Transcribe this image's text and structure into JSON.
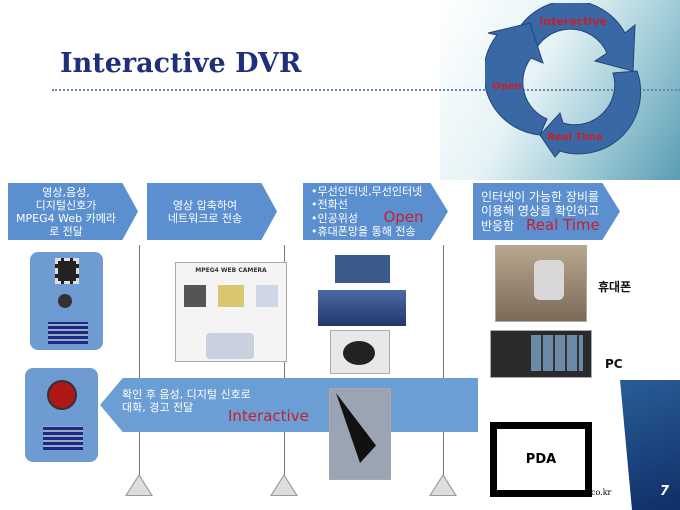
{
  "title": "Interactive DVR",
  "cycle": {
    "top": "Interactive",
    "left": "Open",
    "bottom": "Real Time"
  },
  "steps": [
    {
      "lines": [
        "영상,음성,",
        "디지털신호가",
        "MPEG4 Web 카메라",
        "로 전달"
      ]
    },
    {
      "lines": [
        "영상 압축하여",
        "네트워크로 전송"
      ]
    },
    {
      "lines": [
        "•무선인터넷,무선인터넷",
        "•전화선",
        "•인공위성",
        "•휴대폰망을 통해 전송"
      ],
      "tag": "Open"
    },
    {
      "lines": [
        "인터넷이 가능한 장비를",
        "이용해 영상을 확인하고",
        "반응함"
      ],
      "tag": "Real Time"
    }
  ],
  "return": {
    "lines": [
      "확인 후 음성, 디지털 신호로",
      "대화, 경고 전달"
    ],
    "tag": "Interactive"
  },
  "camera_label": "MPEG4 WEB CAMERA",
  "devices": {
    "phone": "휴대폰",
    "pc": "PC",
    "pda": "PDA"
  },
  "footer": {
    "url": "co.kr",
    "page": "7"
  }
}
